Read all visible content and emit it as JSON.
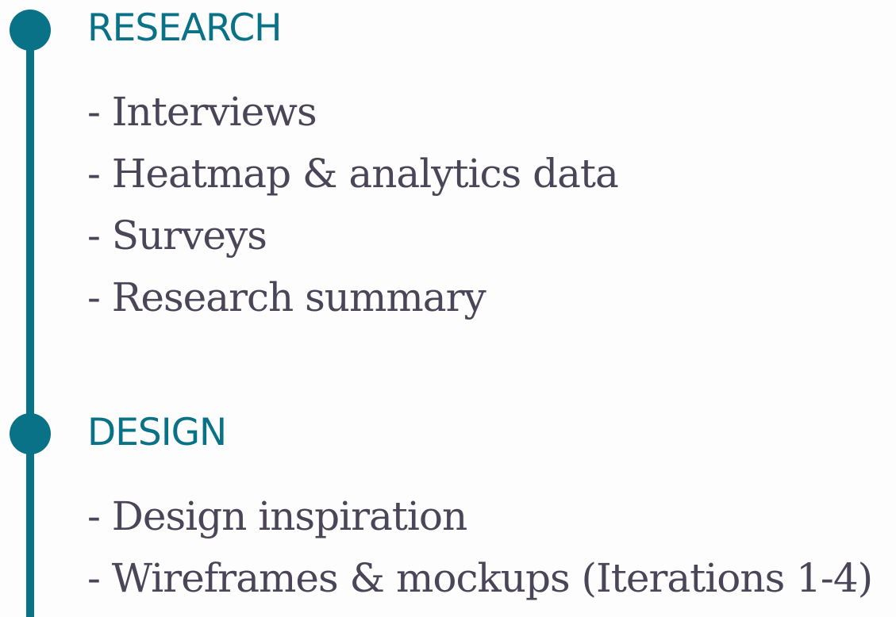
{
  "sections": [
    {
      "heading": "RESEARCH",
      "items": [
        "- Interviews",
        "- Heatmap & analytics data",
        "- Surveys",
        "- Research summary"
      ]
    },
    {
      "heading": "DESIGN",
      "items": [
        "- Design inspiration",
        "- Wireframes & mockups (Iterations 1-4)"
      ]
    }
  ],
  "colors": {
    "accent": "#0a7287",
    "text": "#4b4558",
    "background": "#fdfdfe"
  }
}
